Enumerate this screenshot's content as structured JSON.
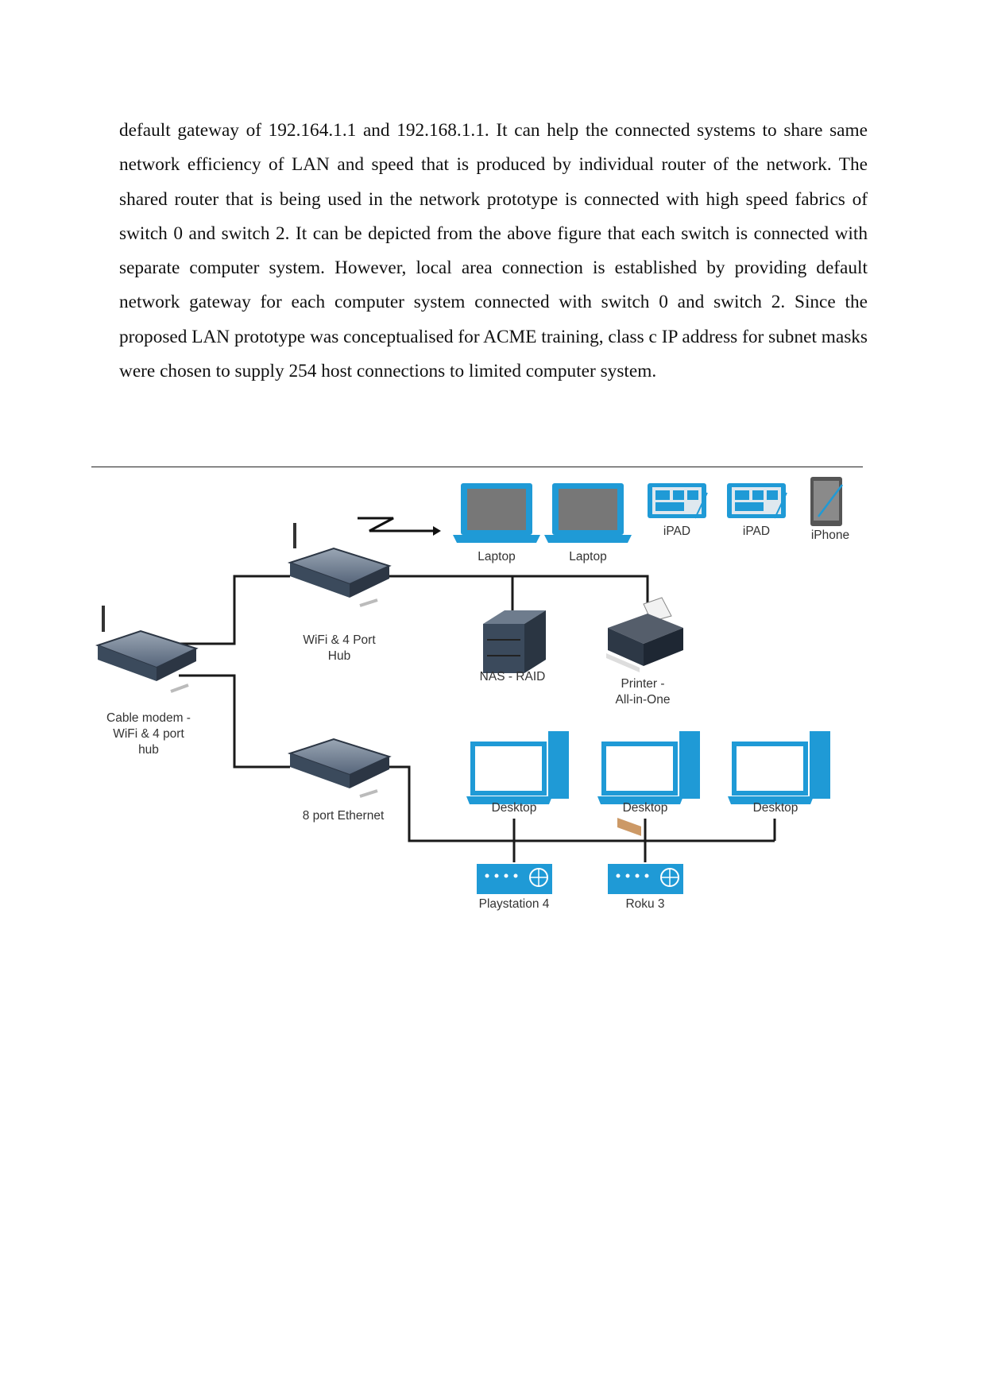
{
  "document": {
    "paragraph": "default gateway of 192.164.1.1 and 192.168.1.1. It can help the connected systems to share same network efficiency of LAN and speed that is produced by individual router of the network. The shared router that is being used in the network prototype is connected with high speed fabrics of switch 0 and switch 2. It can be depicted from the above figure that each switch is connected with separate computer system. However, local area connection is established by providing default network gateway for each computer system connected with switch 0 and switch 2. Since the proposed LAN prototype was conceptualised for ACME training, class c IP address for subnet masks were chosen to supply 254 host connections to limited computer system."
  },
  "diagram": {
    "labels": {
      "laptop_1": "Laptop",
      "laptop_2": "Laptop",
      "ipad_1": "iPAD",
      "ipad_2": "iPAD",
      "iphone": "iPhone",
      "hub_line1": "WiFi & 4 Port",
      "hub_line2": "Hub",
      "modem_line1": "Cable modem -",
      "modem_line2": "WiFi & 4 port",
      "modem_line3": "hub",
      "nas": "NAS - RAID",
      "printer_line1": "Printer -",
      "printer_line2": "All-in-One",
      "ethernet": "8 port Ethernet",
      "desktop_1": "Desktop",
      "desktop_2": "Desktop",
      "desktop_3": "Desktop",
      "playstation": "Playstation 4",
      "roku": "Roku 3"
    },
    "colors": {
      "device_blue": "#1f9ad6",
      "device_dark": "#3b4a5c",
      "wire": "#1a1a1a"
    }
  }
}
